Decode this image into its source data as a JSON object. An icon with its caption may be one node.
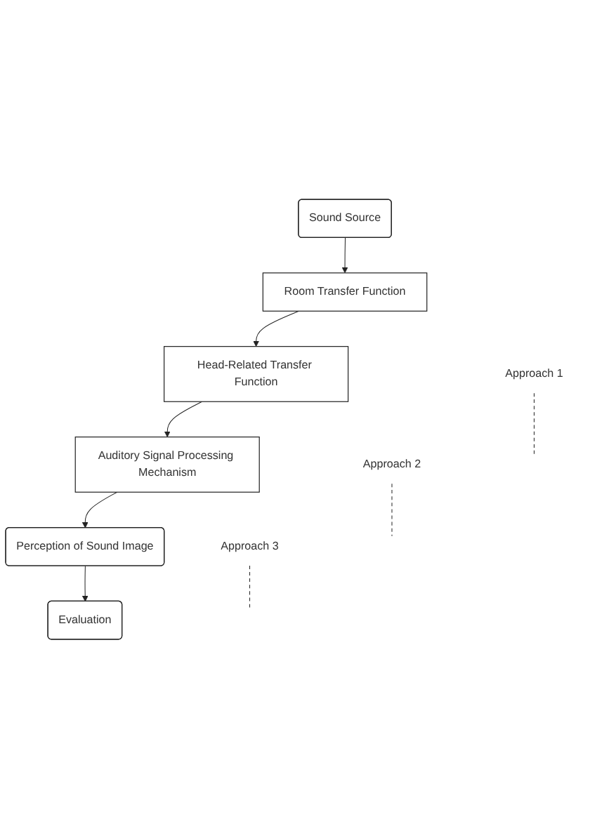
{
  "diagram": {
    "nodes": [
      {
        "text": [
          "Sound Source"
        ]
      },
      {
        "text": [
          "Room Transfer Function"
        ]
      },
      {
        "text": [
          "Head-Related Transfer Function"
        ]
      },
      {
        "text": [
          "Auditory Signal Processing Mechanism"
        ]
      },
      {
        "text": [
          "Perception of Sound Image"
        ]
      },
      {
        "text": [
          "Evaluation"
        ]
      },
      {
        "text": [
          "Approach 1"
        ]
      },
      {
        "text": [
          "Approach 2"
        ]
      },
      {
        "text": [
          "Approach 3"
        ]
      }
    ],
    "edges": [
      {
        "from": 0,
        "to": 1,
        "arrow": "to"
      },
      {
        "from": 1,
        "to": 2,
        "arrow": "to"
      },
      {
        "from": 2,
        "to": 3,
        "arrow": "to"
      },
      {
        "from": 3,
        "to": 4,
        "arrow": "to"
      },
      {
        "from": 4,
        "to": 5,
        "arrow": "to"
      },
      {
        "from": 6,
        "to": null,
        "arrow": "none",
        "style": "dashed"
      },
      {
        "from": 7,
        "to": null,
        "arrow": "none",
        "style": "dashed"
      },
      {
        "from": 8,
        "to": null,
        "arrow": "none",
        "style": "dashed"
      }
    ]
  }
}
